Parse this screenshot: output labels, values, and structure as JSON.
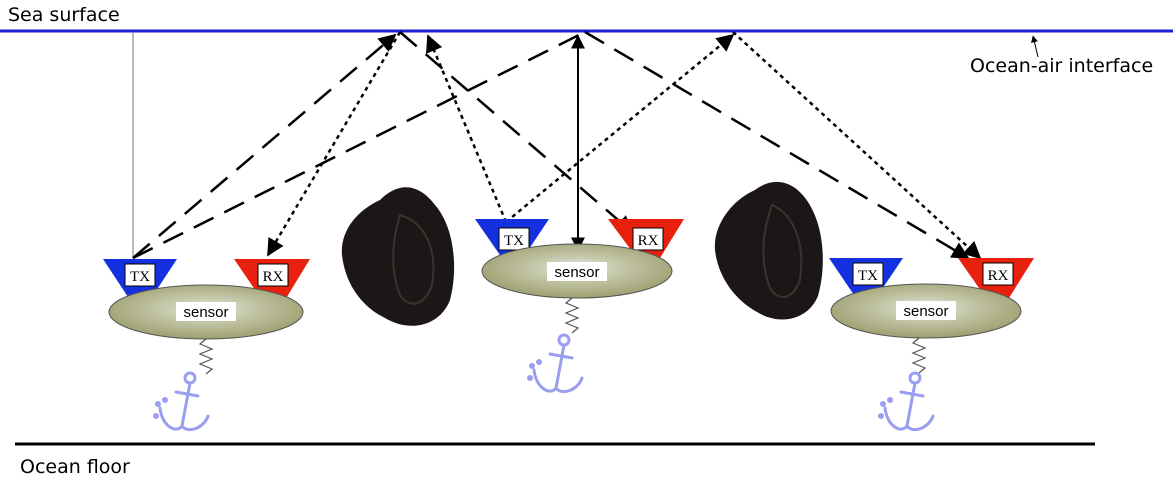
{
  "labels": {
    "sea_surface": "Sea surface",
    "ocean_floor": "Ocean floor",
    "interface": "Ocean-air interface"
  },
  "tx_label": "TX",
  "rx_label": "RX",
  "sensor_label": "sensor",
  "colors": {
    "sea_surface": "#1f1fd6",
    "tx": "#1530e0",
    "rx": "#e8200e",
    "sensor_fill": "#b7b98e",
    "anchor": "#9a9ef0",
    "rock": "#1c1716",
    "floor": "#000000"
  },
  "icons": [
    "anchor-icon",
    "rock-obstacle",
    "spring-tether"
  ]
}
